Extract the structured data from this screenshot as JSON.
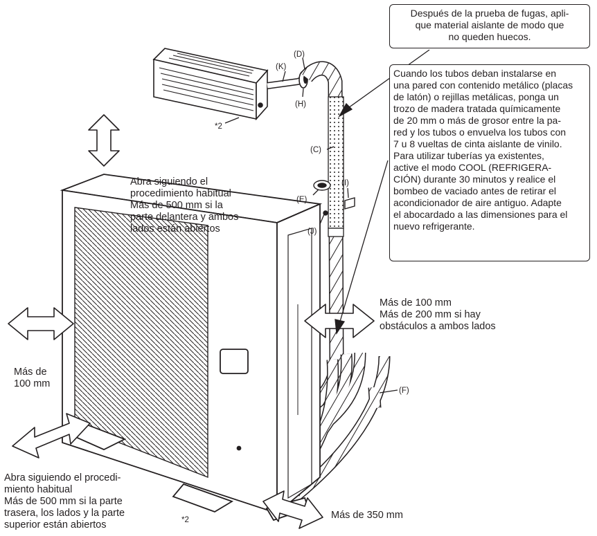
{
  "callouts": {
    "top": "Después de la prueba de fugas, apli-\nque material aislante de modo que\nno queden huecos.",
    "middle": "Cuando los tubos deban instalarse en\nuna pared con contenido metálico (placas\nde latón) o rejillas metálicas, ponga un\ntrozo de madera tratada químicamente\nde 20 mm o más de grosor entre la pa-\nred y los tubos o envuelva los tubos con\n7 u 8 vueltas de cinta aislante de vinilo.\nPara utilizar tuberías ya existentes,\nactive el modo COOL (REFRIGERA-\nCIÓN) durante 30 minutos y realice el\nbombeo de vaciado antes de retirar el\nacondicionador de aire antiguo. Adapte\nel abocardado a las dimensiones para el\nnuevo refrigerante."
  },
  "clearances": {
    "top": "Abra siguiendo el\nprocedimiento habitual\nMás de 500 mm si la\nparte delantera y ambos\nlados están abiertos",
    "right": "Más de 100 mm\nMás de 200 mm si hay\nobstáculos a ambos lados",
    "left": "Más de\n100 mm",
    "rear": "Abra siguiendo el procedi-\nmiento habitual\nMás de 500 mm si la parte\ntrasera, los lados y la parte\nsuperior están abiertos",
    "front": "Más de 350 mm"
  },
  "labels": {
    "K": "(K)",
    "D": "(D)",
    "H": "(H)",
    "C": "(C)",
    "E": "(E)",
    "I": "(I)",
    "J": "(J)",
    "F": "(F)",
    "note_indoor": "*2",
    "note_outdoor": "*2"
  }
}
